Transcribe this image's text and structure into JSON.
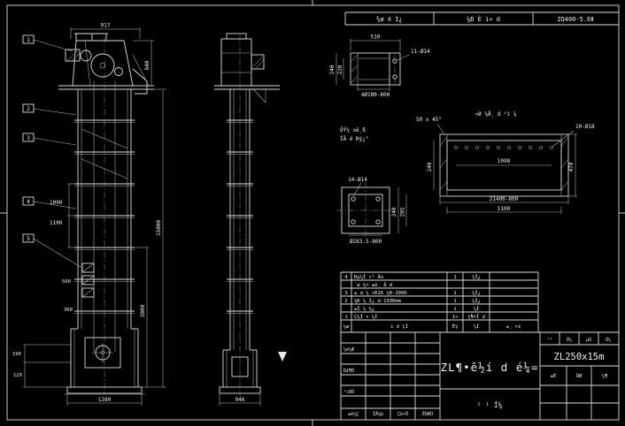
{
  "colors": {
    "bg": "#000000",
    "line": "#dcdcdc",
    "text": "#efefef"
  },
  "header_strip": {
    "cells": [
      "½ø é Ì¿",
      "¼Ð È ì» d",
      "ZQ400-5.6Ⅱ"
    ]
  },
  "front_view": {
    "balloons": [
      "1",
      "2",
      "3",
      "4",
      "5"
    ],
    "dims": {
      "top_width": "917",
      "head_height": "640",
      "total_height": "15000",
      "boot_section": "3000",
      "spacing_upper": "1090",
      "spacing_lower": "1100",
      "d500": "500",
      "d300": "300",
      "d190": "190",
      "d120": "120",
      "base_width": "1280"
    }
  },
  "side_view": {
    "dims": {
      "base_width": "946"
    }
  },
  "detail_channel": {
    "dims": {
      "width": "510",
      "outer": "240",
      "inner": "220"
    },
    "holes_label": "11-Ø14",
    "bottom_label": "4Ø100-800"
  },
  "detail_plate": {
    "dims": {
      "inner_span": "1098",
      "height": "470",
      "end": "240",
      "overall": "21400-800",
      "inner_width": "1100"
    },
    "holes_label": "10-Ø18"
  },
  "detail_square": {
    "dims": {
      "outer": "240",
      "inner": "205"
    },
    "holes_label": "14-Ø14",
    "bottom_label": "Ø283.5-800"
  },
  "notes": {
    "chamfer": "50 x 45°",
    "line_a1": "ÖÝ¼ ±ê¸ß",
    "line_a2": "ÏÂ é Ðý¿°",
    "plate_note": "¤Ø ¼Å¸ d ¹ì ¼"
  },
  "bom": {
    "header": {
      "no": "¼ø",
      "name": "í d ¼Ì",
      "qty": "Êý",
      "mat": "¼Ì",
      "note": "±¸ ×¢"
    },
    "rows": [
      {
        "no": "4",
        "name": "Ðµ¼Ì ×° Áù",
        "qty": "1",
        "mat": "¼Ì¿",
        "note": ""
      },
      {
        "no": "",
        "name": "´ø ¼= ±ê¸ å d",
        "qty": "",
        "mat": "",
        "note": ""
      },
      {
        "no": "3",
        "name": "± d ¼ ×Ð26 ¼Ð-2000",
        "qty": "1",
        "mat": "¼Ì¿",
        "note": ""
      },
      {
        "no": "2",
        "name": "¼Ð ¼ Ì¿ d-1500mm",
        "qty": "1",
        "mat": "¼Ì¿",
        "note": ""
      },
      {
        "no": "",
        "name": "±Ì ¼ ½¿",
        "qty": "1",
        "mat": "¼Ì",
        "note": ""
      },
      {
        "no": "1",
        "name": "Ç¼Ì × ¼Ì",
        "qty": "1×",
        "mat": "¼¶=Ì d",
        "note": ""
      }
    ]
  },
  "title_block": {
    "product_title": "ZL¶•ê½í d é¼=",
    "drawing_no": "ZL250x15m",
    "subtitle": "¹ ¹ Í¼",
    "left_labels": [
      "¼è¼Æ",
      "Ð£¶Ô",
      "¹¤ÒÕ"
    ],
    "sheet_labels": [
      "¹²",
      "Õ¼",
      "µÚ",
      "Õ¼"
    ],
    "attr_labels": [
      "±È",
      "ÖØ",
      "¼¶"
    ],
    "bottom_labels": [
      "±ê¼Ç",
      "ÎÄ¼þ",
      "Ç©×Ö",
      "ÈÕÆÚ"
    ]
  }
}
